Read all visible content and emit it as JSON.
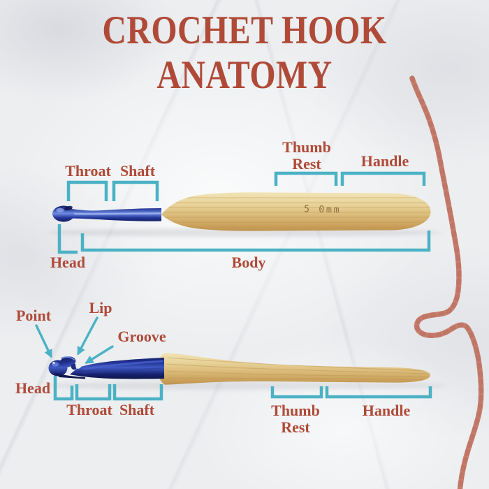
{
  "title": {
    "line1": "CROCHET HOOK",
    "line2": "ANATOMY"
  },
  "palette": {
    "heading_red": "#b04a38",
    "bracket_teal": "#4ab2c4",
    "metal_blue": "#3a54b8",
    "metal_navy": "#1f2f8c",
    "wood_tan": "#dcbd7c",
    "yarn_pink": "#ca8170"
  },
  "top_hook": {
    "size_marking": "5 0mm",
    "labels": {
      "throat": "Throat",
      "shaft": "Shaft",
      "thumb_rest_line1": "Thumb",
      "thumb_rest_line2": "Rest",
      "handle": "Handle",
      "head": "Head",
      "body": "Body"
    }
  },
  "bottom_hook": {
    "labels": {
      "point": "Point",
      "lip": "Lip",
      "groove": "Groove",
      "head": "Head",
      "throat": "Throat",
      "shaft": "Shaft",
      "thumb_rest_line1": "Thumb",
      "thumb_rest_line2": "Rest",
      "handle": "Handle"
    }
  }
}
